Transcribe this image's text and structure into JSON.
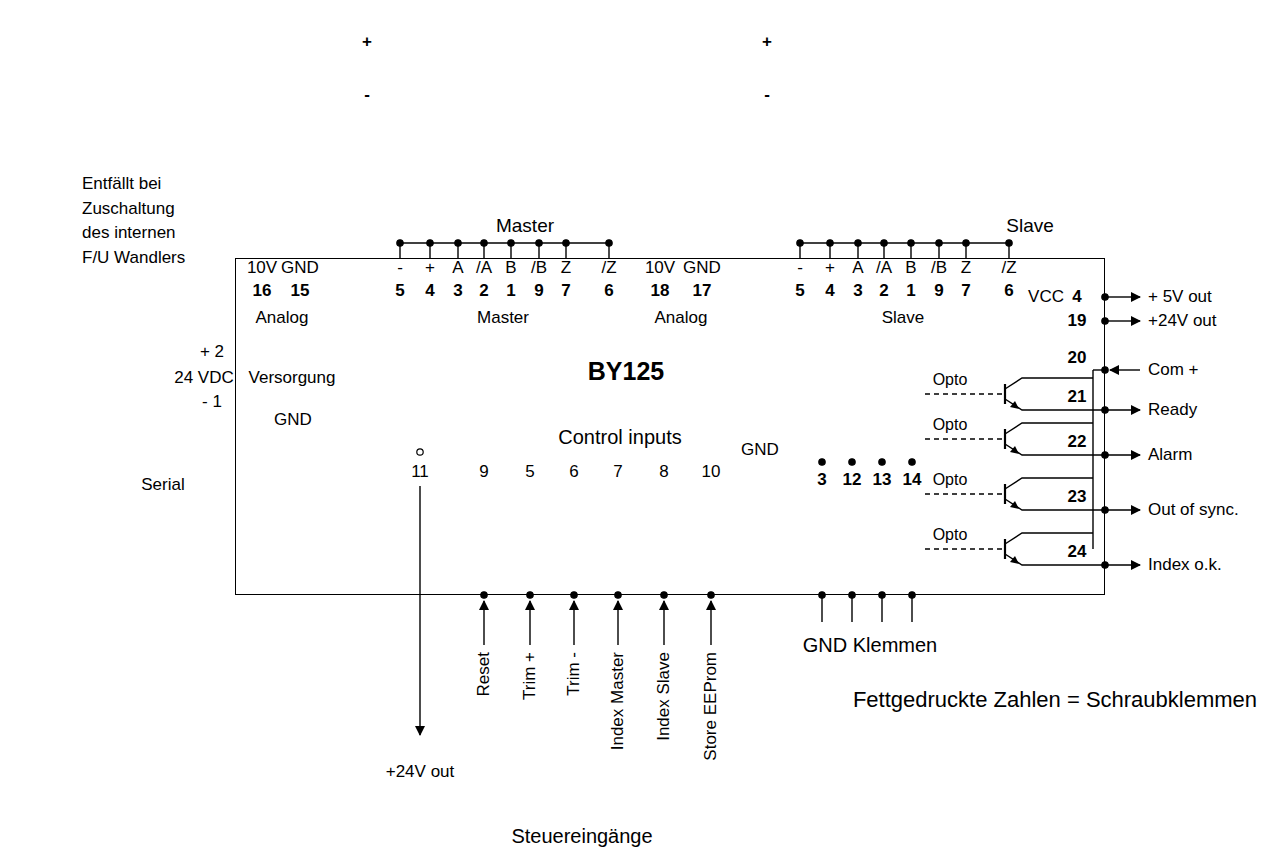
{
  "diagram": {
    "nodes": [
      {
        "text": [
          "BY125"
        ]
      }
    ],
    "labels": [
      "+",
      "-",
      "+",
      "-",
      "Entfällt bei Zuschaltung des internen F/U Wandlers",
      "Master",
      "Slave",
      "10V",
      "GND",
      "16",
      "15",
      "Analog",
      "-",
      "+",
      "A",
      "/A",
      "B",
      "/B",
      "Z",
      "/Z",
      "5",
      "4",
      "3",
      "2",
      "1",
      "9",
      "7",
      "6",
      "Master",
      "10V",
      "GND",
      "18",
      "17",
      "Analog",
      "-",
      "+",
      "A",
      "/A",
      "B",
      "/B",
      "Z",
      "/Z",
      "5",
      "4",
      "3",
      "2",
      "1",
      "9",
      "7",
      "6",
      "Slave",
      "VCC",
      "4",
      "+ 5V out",
      "19",
      "+24V out",
      "+ 2",
      "24 VDC",
      "Versorgung",
      "- 1",
      "GND",
      "Control inputs",
      "Serial",
      "11",
      "9",
      "5",
      "6",
      "7",
      "8",
      "10",
      "+24V out",
      "Reset",
      "Trim +",
      "Trim -",
      "Index Master",
      "Index Slave",
      "Store EEProm",
      "Steuereingänge",
      "GND",
      "3",
      "12",
      "13",
      "14",
      "GND Klemmen",
      "Opto",
      "Opto",
      "Opto",
      "Opto",
      "20",
      "Com +",
      "21",
      "Ready",
      "22",
      "Alarm",
      "23",
      "Out of sync.",
      "24",
      "Index o.k.",
      "Fettgedruckte Zahlen = Schraubklemmen"
    ]
  }
}
